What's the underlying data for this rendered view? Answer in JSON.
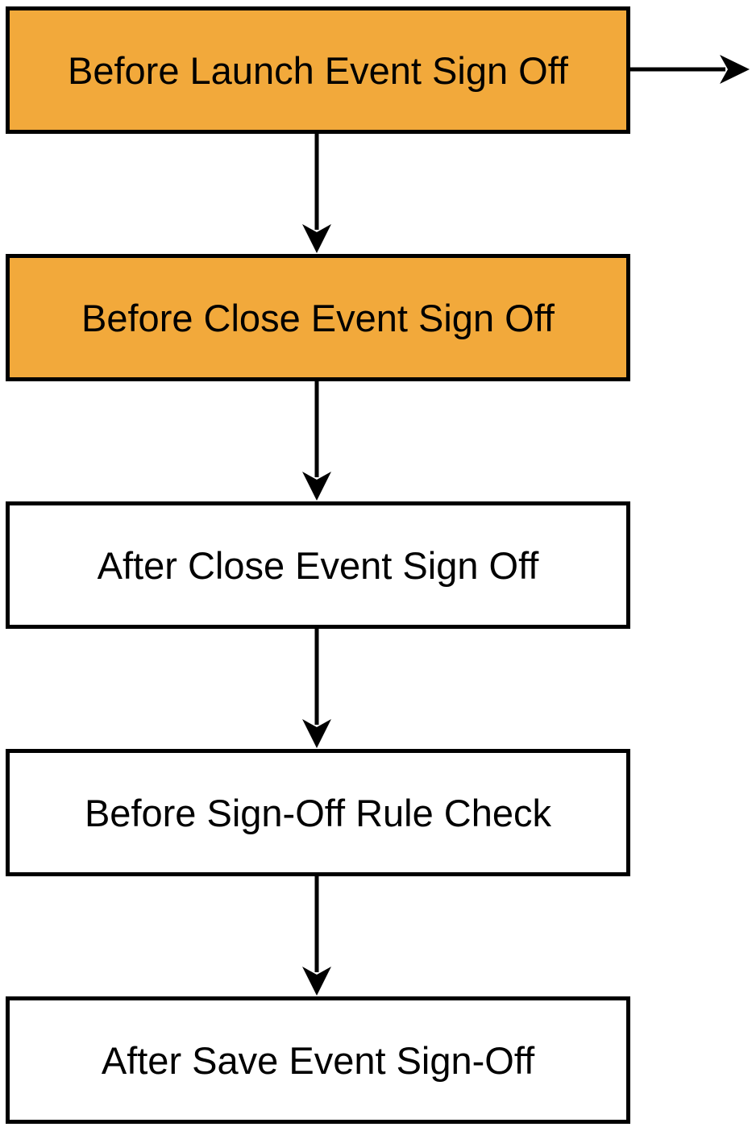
{
  "colors": {
    "highlight": "#F2A93B",
    "default": "#FFFFFF",
    "stroke": "#000000"
  },
  "steps": [
    {
      "label": "Before Launch Event Sign Off",
      "highlighted": true
    },
    {
      "label": "Before Close Event Sign Off",
      "highlighted": true
    },
    {
      "label": "After Close Event Sign Off",
      "highlighted": false
    },
    {
      "label": "Before Sign-Off Rule Check",
      "highlighted": false
    },
    {
      "label": "After Save Event Sign-Off",
      "highlighted": false
    }
  ]
}
